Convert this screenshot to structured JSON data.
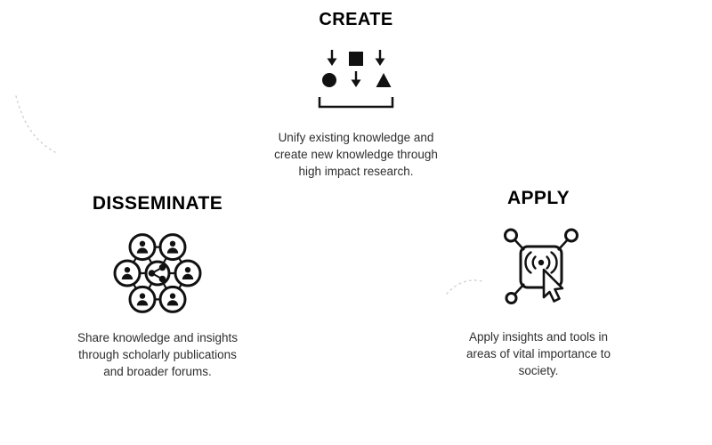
{
  "diagram": {
    "type": "three-step knowledge cycle",
    "background": "#ffffff"
  },
  "sections": {
    "create": {
      "title": "CREATE",
      "description": "Unify existing knowledge and create new knowledge through high impact research.",
      "icon": "sort-shapes-icon"
    },
    "disseminate": {
      "title": "DISSEMINATE",
      "description": "Share knowledge and insights through scholarly publications and broader forums.",
      "icon": "people-network-share-icon"
    },
    "apply": {
      "title": "APPLY",
      "description": "Apply insights and tools in areas of vital importance to society.",
      "icon": "technology-chip-hand-icon"
    }
  },
  "colors": {
    "title_text": "#000000",
    "body_text": "#2e2e2e",
    "icon_ink": "#111111",
    "faint_arrow": "#c8c8c8",
    "background": "#ffffff"
  }
}
